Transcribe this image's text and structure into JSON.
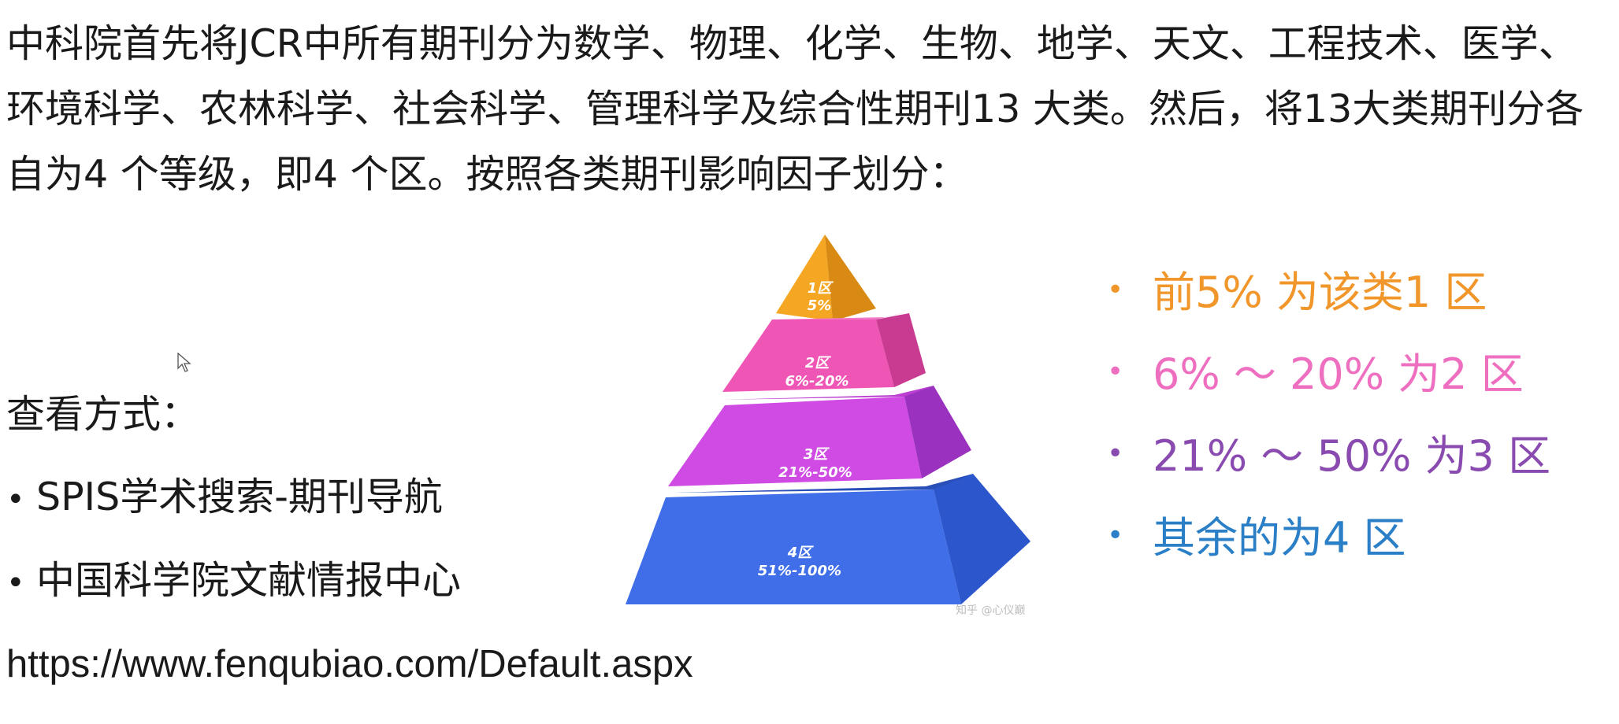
{
  "intro": "中科院首先将JCR中所有期刊分为数学、物理、化学、生物、地学、天文、工程技术、医学、环境科学、农林科学、社会科学、管理科学及综合性期刊13 大类。然后，将13大类期刊分各自为4 个等级，即4 个区。按照各类期刊影响因子划分：",
  "view_heading": "查看方式：",
  "sources": [
    {
      "bullet": "•",
      "label": "SPIS学术搜索-期刊导航"
    },
    {
      "bullet": "•",
      "label": "中国科学院文献情报中心"
    }
  ],
  "url": "https://www.fenqubiao.com/Default.aspx",
  "pyramid": {
    "tiers": [
      {
        "zone": "1区",
        "range": "5%",
        "color": "#f5a623"
      },
      {
        "zone": "2区",
        "range": "6%-20%",
        "color": "#ee55b4"
      },
      {
        "zone": "3区",
        "range": "21%-50%",
        "color": "#cf4be3"
      },
      {
        "zone": "4区",
        "range": "51%-100%",
        "color": "#3f6ee8"
      }
    ],
    "watermark": "知乎 @心仪巅"
  },
  "zones": [
    {
      "bullet": "•",
      "text": "前5% 为该类1 区",
      "color": "#f0962a"
    },
    {
      "bullet": "•",
      "text": "6% ～ 20% 为2 区",
      "color": "#ee6fc0"
    },
    {
      "bullet": "•",
      "text": "21% ～ 50% 为3 区",
      "color": "#8a4bb0"
    },
    {
      "bullet": "•",
      "text": "其余的为4 区",
      "color": "#2a7fc6"
    }
  ]
}
